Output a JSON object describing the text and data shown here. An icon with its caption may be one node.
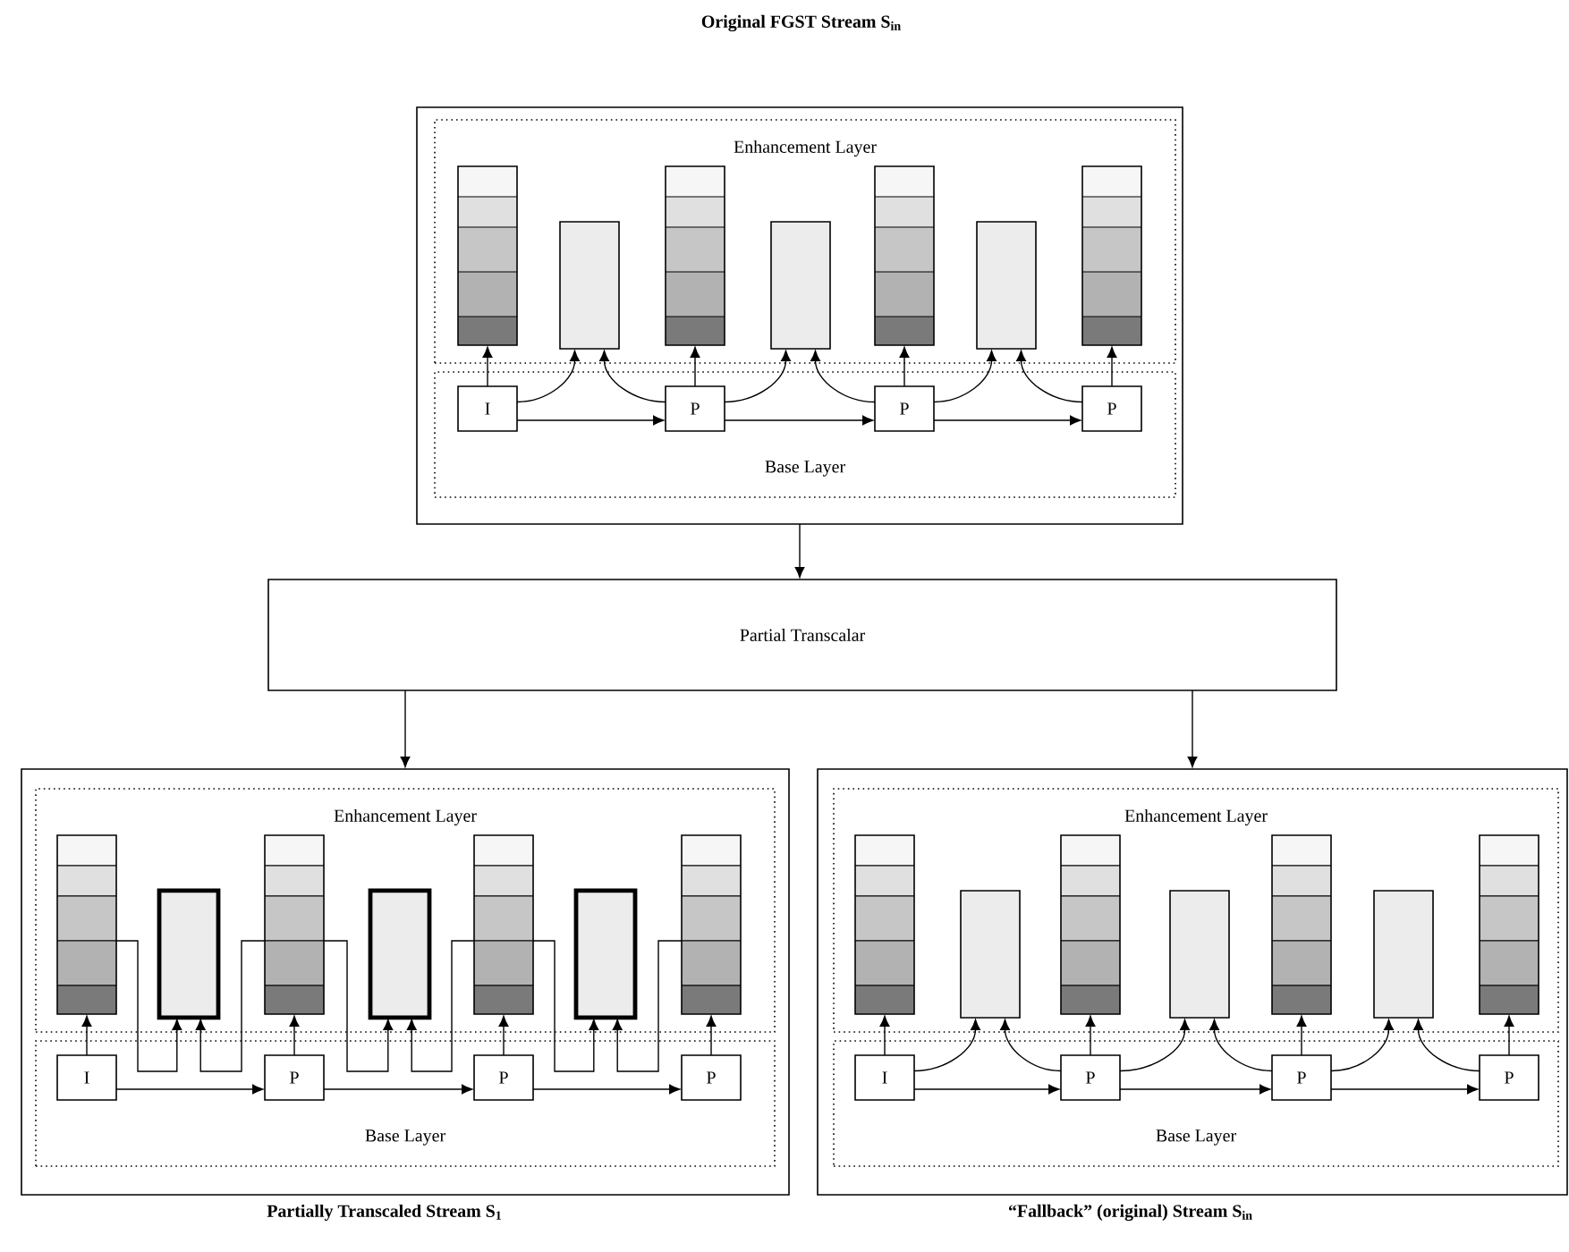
{
  "diagram": {
    "nodes": [
      {
        "text": [
          "Original FGST Stream S$_{in}$"
        ]
      },
      {
        "text": [
          "Enhancement Layer"
        ],
        "in": 0
      },
      {
        "text": [],
        "shape": "bar",
        "in": 1
      },
      {
        "text": [],
        "shape": "bar",
        "in": 1
      },
      {
        "text": [],
        "shape": "bar",
        "in": 1
      },
      {
        "text": [],
        "shape": "bar",
        "in": 1
      },
      {
        "text": [],
        "shape": "bar",
        "in": 1
      },
      {
        "text": [],
        "shape": "bar",
        "in": 1
      },
      {
        "text": [],
        "shape": "bar",
        "in": 1
      },
      {
        "text": [
          "Base Layer"
        ],
        "in": 0
      },
      {
        "text": [
          "I"
        ],
        "in": 9
      },
      {
        "text": [
          "P"
        ],
        "in": 9
      },
      {
        "text": [
          "P"
        ],
        "in": 9
      },
      {
        "text": [
          "P"
        ],
        "in": 9
      },
      {
        "text": [
          "Partial Transcalar"
        ]
      },
      {
        "text": [
          "Partially Transcaled Stream S$_{1}$"
        ]
      },
      {
        "text": [
          "Enhancement Layer"
        ],
        "in": 15
      },
      {
        "text": [],
        "shape": "bar",
        "in": 16
      },
      {
        "text": [],
        "shape": "bar",
        "in": 16
      },
      {
        "text": [],
        "shape": "bar",
        "in": 16
      },
      {
        "text": [],
        "shape": "bar",
        "in": 16
      },
      {
        "text": [],
        "shape": "bar",
        "in": 16
      },
      {
        "text": [],
        "shape": "bar",
        "in": 16
      },
      {
        "text": [],
        "shape": "bar",
        "in": 16
      },
      {
        "text": [
          "Base Layer"
        ],
        "in": 15
      },
      {
        "text": [
          "I"
        ],
        "in": 24
      },
      {
        "text": [
          "P"
        ],
        "in": 24
      },
      {
        "text": [
          "P"
        ],
        "in": 24
      },
      {
        "text": [
          "P"
        ],
        "in": 24
      },
      {
        "text": [
          "“Fallback” (original) Stream S$_{in}$"
        ]
      },
      {
        "text": [
          "Enhancement Layer"
        ],
        "in": 29
      },
      {
        "text": [],
        "shape": "bar",
        "in": 30
      },
      {
        "text": [],
        "shape": "bar",
        "in": 30
      },
      {
        "text": [],
        "shape": "bar",
        "in": 30
      },
      {
        "text": [],
        "shape": "bar",
        "in": 30
      },
      {
        "text": [],
        "shape": "bar",
        "in": 30
      },
      {
        "text": [],
        "shape": "bar",
        "in": 30
      },
      {
        "text": [],
        "shape": "bar",
        "in": 30
      },
      {
        "text": [
          "Base Layer"
        ],
        "in": 29
      },
      {
        "text": [
          "I"
        ],
        "in": 38
      },
      {
        "text": [
          "P"
        ],
        "in": 38
      },
      {
        "text": [
          "P"
        ],
        "in": 38
      },
      {
        "text": [
          "P"
        ],
        "in": 38
      }
    ],
    "edges": [
      {
        "from": 10,
        "to": 11,
        "arrow": "to"
      },
      {
        "from": 11,
        "to": 12,
        "arrow": "to"
      },
      {
        "from": 12,
        "to": 13,
        "arrow": "to"
      },
      {
        "from": 10,
        "to": 2,
        "arrow": "to"
      },
      {
        "from": 11,
        "to": 4,
        "arrow": "to"
      },
      {
        "from": 12,
        "to": 6,
        "arrow": "to"
      },
      {
        "from": 13,
        "to": 8,
        "arrow": "to"
      },
      {
        "from": 10,
        "to": 3,
        "arrow": "to"
      },
      {
        "from": 11,
        "to": 3,
        "arrow": "to"
      },
      {
        "from": 11,
        "to": 5,
        "arrow": "to"
      },
      {
        "from": 12,
        "to": 5,
        "arrow": "to"
      },
      {
        "from": 12,
        "to": 7,
        "arrow": "to"
      },
      {
        "from": 13,
        "to": 7,
        "arrow": "to"
      },
      {
        "from": 0,
        "to": 14,
        "arrow": "to"
      },
      {
        "from": 14,
        "to": 15,
        "arrow": "to"
      },
      {
        "from": 14,
        "to": 29,
        "arrow": "to"
      },
      {
        "from": 25,
        "to": 26,
        "arrow": "to"
      },
      {
        "from": 26,
        "to": 27,
        "arrow": "to"
      },
      {
        "from": 27,
        "to": 28,
        "arrow": "to"
      },
      {
        "from": 25,
        "to": 17,
        "arrow": "to"
      },
      {
        "from": 26,
        "to": 19,
        "arrow": "to"
      },
      {
        "from": 27,
        "to": 21,
        "arrow": "to"
      },
      {
        "from": 28,
        "to": 23,
        "arrow": "to"
      },
      {
        "from": 17,
        "to": 18,
        "arrow": "to"
      },
      {
        "from": 19,
        "to": 18,
        "arrow": "to"
      },
      {
        "from": 19,
        "to": 20,
        "arrow": "to"
      },
      {
        "from": 21,
        "to": 20,
        "arrow": "to"
      },
      {
        "from": 21,
        "to": 22,
        "arrow": "to"
      },
      {
        "from": 23,
        "to": 22,
        "arrow": "to"
      },
      {
        "from": 39,
        "to": 40,
        "arrow": "to"
      },
      {
        "from": 40,
        "to": 41,
        "arrow": "to"
      },
      {
        "from": 41,
        "to": 42,
        "arrow": "to"
      },
      {
        "from": 39,
        "to": 31,
        "arrow": "to"
      },
      {
        "from": 40,
        "to": 33,
        "arrow": "to"
      },
      {
        "from": 41,
        "to": 35,
        "arrow": "to"
      },
      {
        "from": 42,
        "to": 37,
        "arrow": "to"
      },
      {
        "from": 39,
        "to": 32,
        "arrow": "to"
      },
      {
        "from": 40,
        "to": 32,
        "arrow": "to"
      },
      {
        "from": 40,
        "to": 34,
        "arrow": "to"
      },
      {
        "from": 41,
        "to": 34,
        "arrow": "to"
      },
      {
        "from": 41,
        "to": 36,
        "arrow": "to"
      },
      {
        "from": 42,
        "to": 36,
        "arrow": "to"
      }
    ]
  }
}
